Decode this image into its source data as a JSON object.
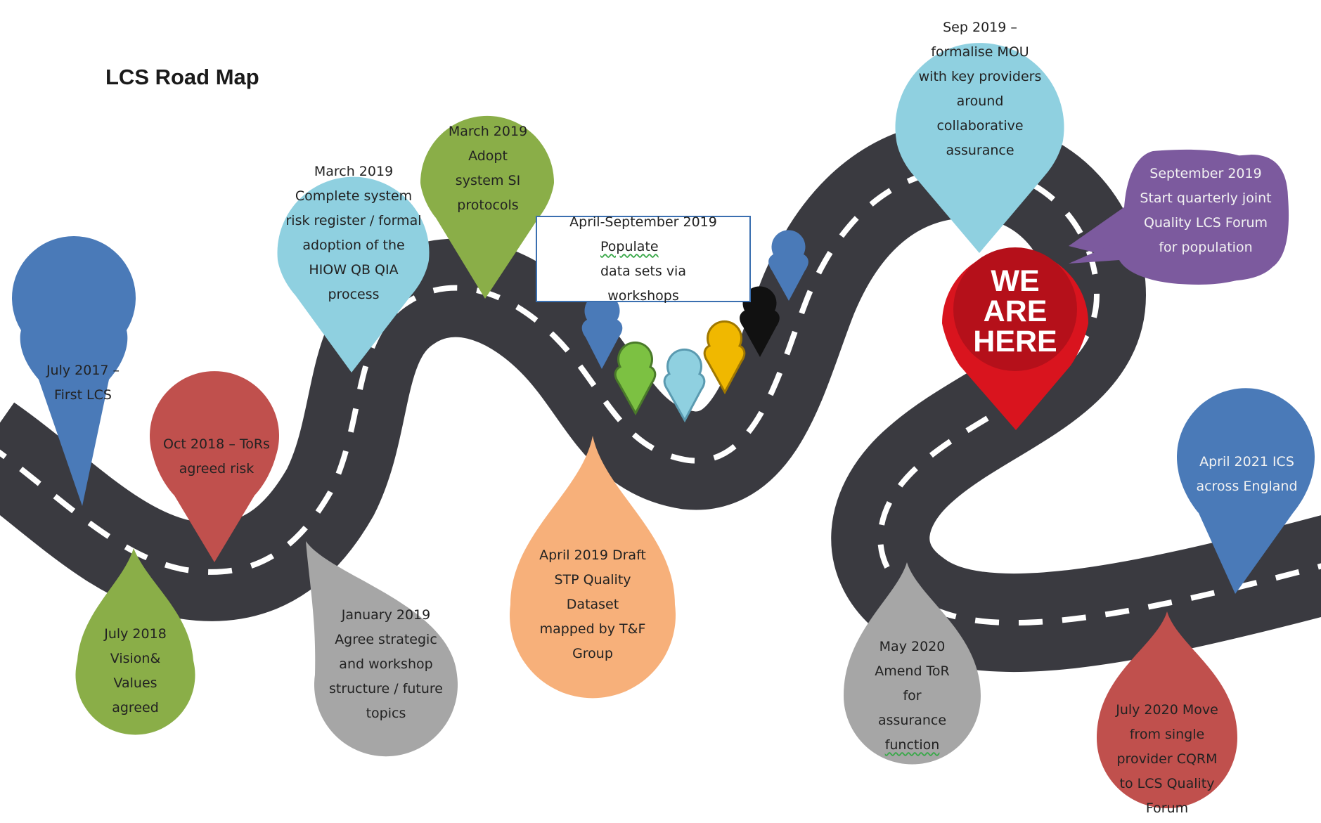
{
  "title": "LCS Road Map",
  "colors": {
    "road": "#3a3a40",
    "road_edge": "#ffffff",
    "blue": "#4a7ab8",
    "red": "#c0504d",
    "green": "#8aae48",
    "light_blue": "#8fd0e0",
    "grey": "#a6a6a6",
    "orange": "#f7b07a",
    "purple": "#7c5a9e",
    "we_are_here": "#d9141e"
  },
  "milestones": {
    "july_2017": [
      "July 2017 –",
      "First LCS"
    ],
    "oct_2018": [
      "Oct 2018 – ToRs",
      "agreed risk"
    ],
    "march_2019_register": [
      "March 2019",
      "Complete  system",
      "risk register / formal",
      "adoption  of the",
      "HIOW QB QIA",
      "process"
    ],
    "march_2019_si": [
      "March 2019",
      "Adopt",
      "system SI",
      "protocols"
    ],
    "sep_2019_mou": [
      "Sep 2019 –",
      "formalise MOU",
      "with key providers",
      "around",
      "collaborative",
      "assurance"
    ],
    "sep_2019_forum": [
      "September 2019",
      "Start quarterly joint",
      "Quality LCS Forum",
      "for population"
    ],
    "april_2021": [
      "April 2021 ICS",
      "across England"
    ],
    "july_2018": [
      "July 2018",
      "Vision&",
      "Values",
      "agreed"
    ],
    "jan_2019": [
      "January 2019",
      "Agree strategic",
      "and workshop",
      "structure / future",
      "topics"
    ],
    "april_2019": [
      "April 2019 Draft",
      "STP Quality",
      "Dataset",
      "mapped  by T&F",
      "Group"
    ],
    "may_2020": [
      "May 2020",
      "Amend ToR",
      "for",
      "assurance",
      "function"
    ],
    "july_2020": [
      "July 2020 Move",
      "from single",
      "provider CQRM",
      "to LCS Quality",
      "Forum"
    ]
  },
  "callout_box": {
    "line1": "April-September  2019",
    "line2a": "Populate",
    "line2b": " data sets via",
    "line3": "workshops"
  },
  "we_are_here": [
    "WE",
    "ARE",
    "HERE"
  ]
}
